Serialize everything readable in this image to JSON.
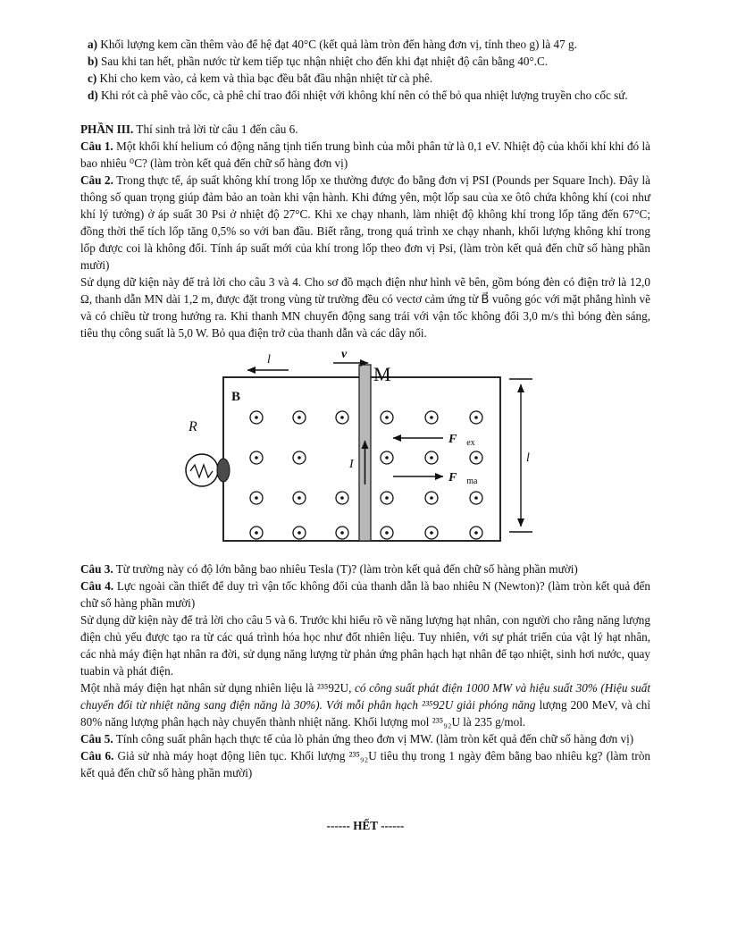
{
  "doc": {
    "items_abcd": [
      {
        "label": "a)",
        "text": "Khối lượng kem cần thêm vào để hệ đạt 40°C (kết quả làm tròn đến hàng đơn vị, tính theo g) là 47 g."
      },
      {
        "label": "b)",
        "text": "Sau khi tan hết, phần nước từ kem tiếp tục nhận nhiệt cho đến khi đạt nhiệt độ cân bằng 40°.C."
      },
      {
        "label": "c)",
        "text": "Khi cho kem vào, cả kem và thìa bạc đều bắt đầu nhận nhiệt từ cà phê."
      },
      {
        "label": "d)",
        "text": "Khi rót cà phê vào cốc, cà phê chỉ trao đổi nhiệt với không khí nên có thể bỏ qua nhiệt lượng truyền cho cốc sứ."
      }
    ],
    "part3": {
      "label": "PHẦN III.",
      "text": "Thí sinh trả lời từ câu 1 đến câu 6."
    },
    "q1": {
      "label": "Câu 1.",
      "text": "Một khối khí helium có động năng tịnh tiến trung bình của mỗi phân tử là 0,1 eV. Nhiệt độ của khối khí khi đó là bao nhiêu ⁰C? (làm tròn kết quả đến chữ số hàng đơn vị)"
    },
    "q2": {
      "label": "Câu 2.",
      "text": "Trong thực tế, áp suất không khí trong lốp xe thường được đo bằng đơn vị PSI (Pounds per Square Inch). Đây là thông số quan trọng giúp đảm bảo an toàn khi vận hành. Khi đứng yên, một lốp sau của xe ôtô chứa không khí (coi như khí lý tưởng) ở áp suất 30 Psi ở nhiệt độ 27°C. Khi xe chạy nhanh, làm nhiệt độ không khí trong lốp tăng đến 67°C; đồng thời thể tích lốp tăng 0,5% so với ban đầu. Biết rằng, trong quá trình xe chạy nhanh, khối lượng không khí trong lốp được coi là không đổi. Tính áp suất mới của khí trong lốp theo đơn vị Psi, (làm tròn kết quả đến chữ số hàng phần mười)"
    },
    "intro34": "Sử dụng dữ kiện này để trả lời cho câu 3 và 4. Cho sơ đồ mạch điện như hình vẽ bên, gồm bóng đèn có điện trở là 12,0 Ω, thanh dẫn MN dài 1,2 m, được đặt trong vùng từ trường đều có vectơ cảm ứng từ B⃗ vuông góc với mặt phẳng hình vẽ và có chiều từ trong hướng ra. Khi thanh MN chuyển động sang trái với vận tốc không đổi 3,0 m/s thì bóng đèn sáng, tiêu thụ công suất là 5,0 W. Bỏ qua điện trở của thanh dẫn và các dây nối.",
    "q3": {
      "label": "Câu 3.",
      "text": "Từ trường này có độ lớn bằng bao nhiêu Tesla (T)? (làm tròn kết quả đến chữ số hàng phần mười)"
    },
    "q4": {
      "label": "Câu 4.",
      "text": "Lực ngoài cần thiết để duy trì vận tốc không đổi của thanh dẫn là bao nhiêu N (Newton)? (làm tròn kết quả đến chữ số hàng phần mười)"
    },
    "intro56": "Sử dụng dữ kiện này để trả lời cho câu 5 và 6. Trước khi hiểu rõ về năng lượng hạt nhân, con người cho rằng năng lượng điện chủ yếu được tạo ra từ các quá trình hóa học như đốt nhiên liệu. Tuy nhiên, với sự phát triển của vật lý hạt nhân, các nhà máy điện hạt nhân ra đời, sử dụng năng lượng từ phản ứng phân hạch hạt nhân để tạo nhiệt, sinh hơi nước, quay tuabin và phát điện.",
    "nuclear_part1": "Một nhà máy điện hạt nhân sử dụng nhiên liệu là ²³⁵92U",
    "nuclear_part2_italic": ", có công suất phát điện 1000 MW và hiệu suất 30% (Hiệu suất chuyển đổi từ nhiệt năng sang điện năng là 30%). Với mỗi phân hạch ²³⁵92U giải phóng năng",
    "nuclear_part3": "lượng 200 MeV, và chỉ 80% năng lượng phân hạch này chuyển thành nhiệt năng. Khối lượng mol ²³⁵₉₂U là 235 g/mol.",
    "q5": {
      "label": "Câu 5.",
      "text": "Tính công suất phân hạch thực tế của lò phản ứng theo đơn vị MW. (làm tròn kết quả đến chữ số hàng đơn vị)"
    },
    "q6": {
      "label": "Câu 6.",
      "text": "Giả sử nhà máy hoạt động liên tục. Khối lượng ²³⁵₉₂U tiêu thụ trong 1 ngày đêm bằng bao nhiêu kg? (làm tròn kết quả đến chữ số hàng phần mười)"
    },
    "footer": "------ HẾT ------"
  },
  "diagram": {
    "label_m": "M",
    "label_v": "v⃗",
    "label_l_top": "l",
    "label_b": "B⃗",
    "label_r": "R",
    "label_i": "I",
    "label_f_vec": "F⃗",
    "label_f_ex_sub": "ex",
    "label_f_ma_sub": "ma",
    "label_l_right": "l",
    "rod_color": "#b8b8b8"
  }
}
